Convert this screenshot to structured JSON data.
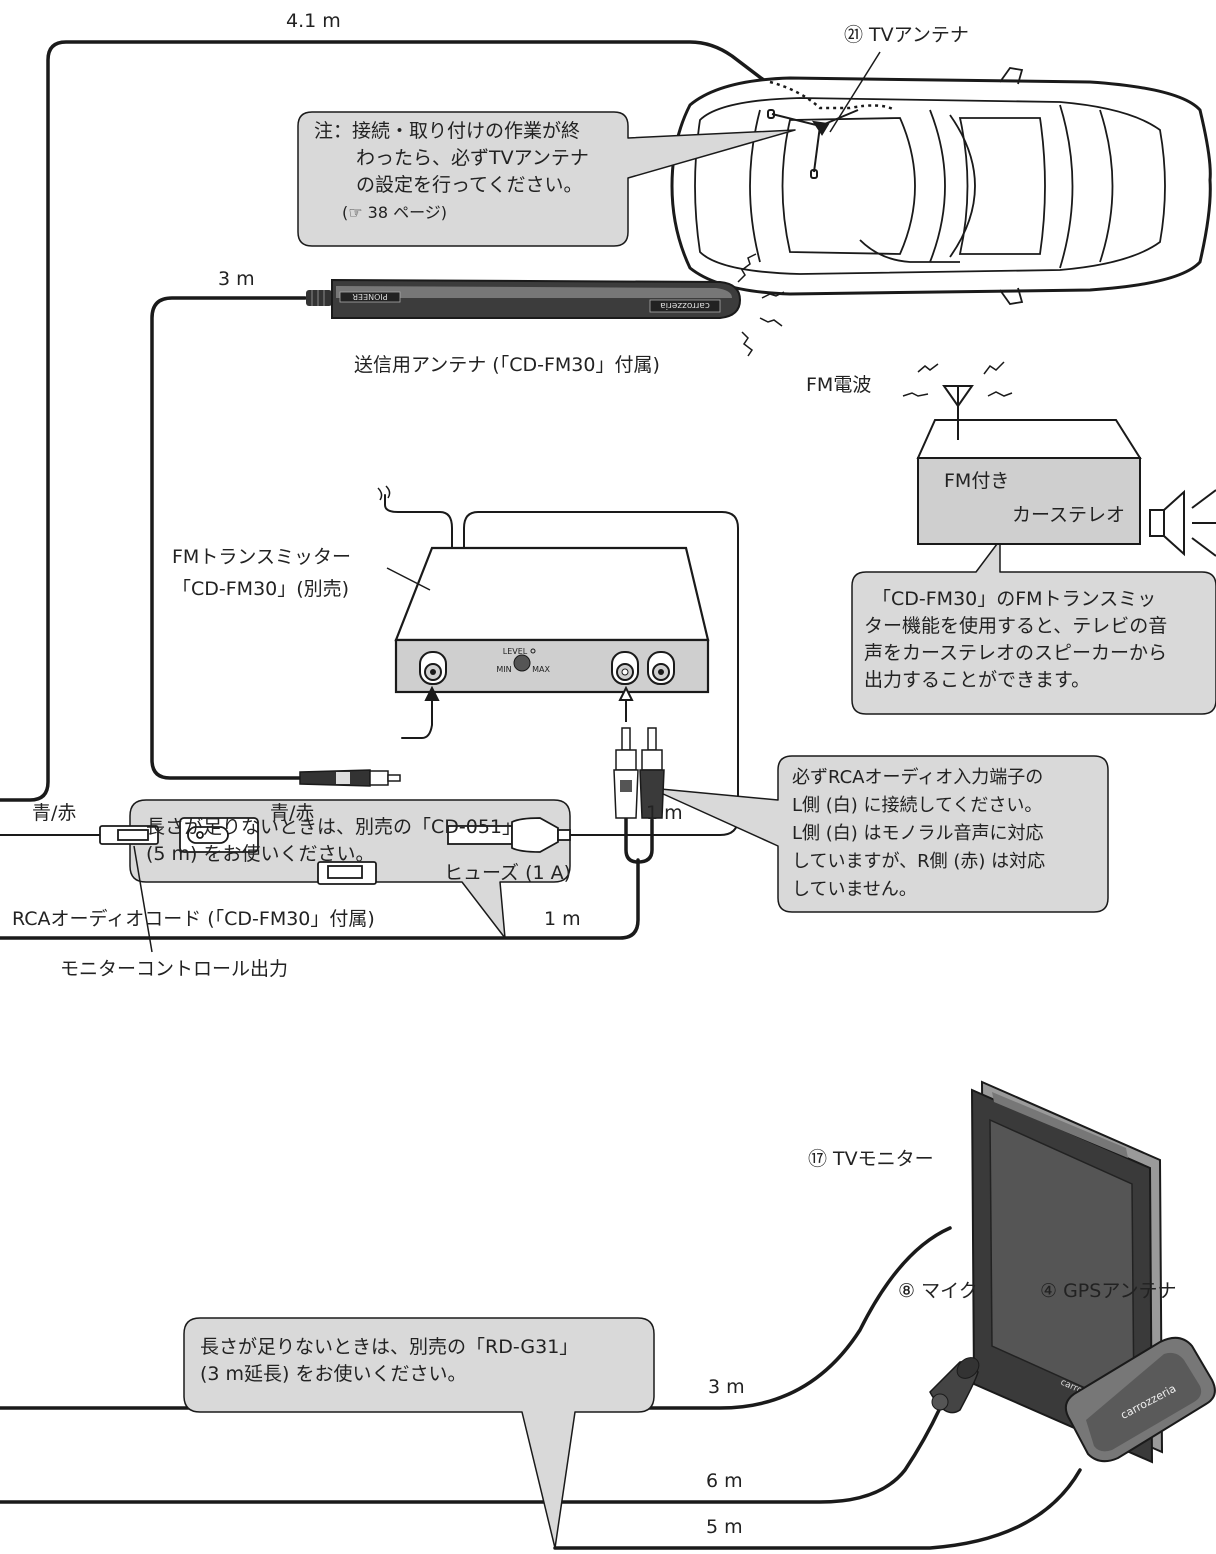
{
  "labels": {
    "cable_top": "4.1 m",
    "tv_antenna": "㉑ TVアンテナ",
    "send_antenna": "送信用アンテナ (「CD-FM30」付属)",
    "antenna_3m": "3 m",
    "fm_wave": "FM電波",
    "stereo_line1": "FM付き",
    "stereo_line2": "カーステレオ",
    "fm_transmitter_line1": "FMトランスミッター",
    "fm_transmitter_line2": "「CD-FM30」(別売)",
    "level": "LEVEL",
    "min": "MIN",
    "max": "MAX",
    "rca_cord": "RCAオーディオコード (「CD-FM30」付属)",
    "rca_1m": "1 m",
    "blue_red_1": "青/赤",
    "blue_red_2": "青/赤",
    "fuse_1m": "1 m",
    "fuse": "ヒューズ (1 A)",
    "monitor_control": "モニターコントロール出力",
    "tv_monitor": "⑰ TVモニター",
    "monitor_3m": "3 m",
    "mic": "⑧ マイク",
    "gps": "④ GPSアンテナ",
    "mic_6m": "6 m",
    "gps_5m": "5 m",
    "brand_antenna": "carrozzeria",
    "brand_pioneer": "PIONEER",
    "brand_monitor": "carrozzeria",
    "brand_gps": "carrozzeria"
  },
  "notes": {
    "tv_setup": [
      "注：接続・取り付けの作業が終",
      "わったら、必ずTVアンテナ",
      "の設定を行ってください。",
      "(☞ 38 ページ)"
    ],
    "fm_function": [
      "「CD-FM30」のFMトランスミッ",
      "ター機能を使用すると、テレビの音",
      "声をカーステレオのスピーカーから",
      "出力することができます。"
    ],
    "rca_connect": [
      "必ずRCAオーディオ入力端子の",
      "L側 (白) に接続してください。",
      "L側 (白) はモノラル音声に対応",
      "していますが、R側 (赤) は対応",
      "していません。"
    ],
    "cd051": [
      "長さが足りないときは、別売の「CD-051」",
      "(5 m) をお使いください。"
    ],
    "rdg31": [
      "長さが足りないときは、別売の「RD-G31」",
      "(3 m延長) をお使いください。"
    ]
  },
  "colors": {
    "line": "#1a1a1a",
    "bubble_fill": "#d9d9d9",
    "device_fill": "#cfcfcf",
    "dark_device": "#3a3a3a"
  }
}
